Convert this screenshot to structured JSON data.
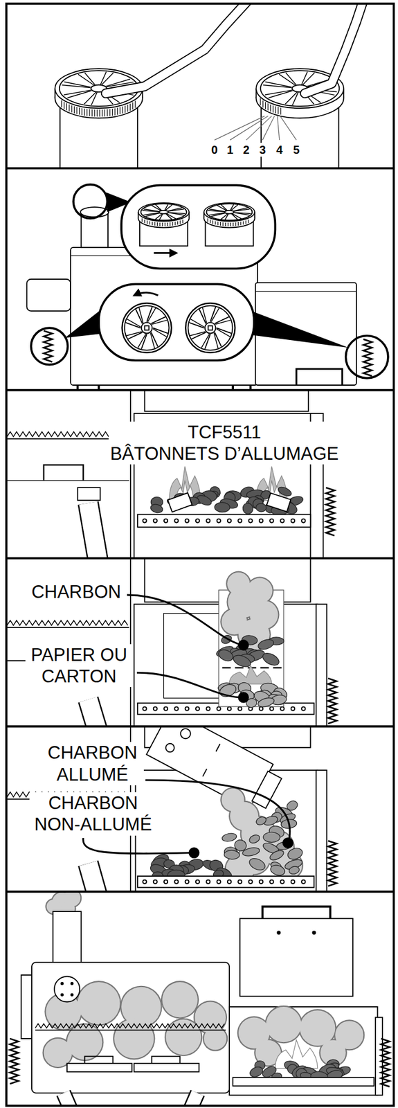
{
  "diagram": {
    "labels": [
      "0",
      "1",
      "2",
      "3",
      "4",
      "5",
      "TCF5511 BÂTONNETS D’ALLUMAGE",
      "CHARBON",
      "PAPIER OU CARTON",
      "CHARBON ALLUMÉ",
      "CHARBON NON-ALLUMÉ"
    ]
  }
}
